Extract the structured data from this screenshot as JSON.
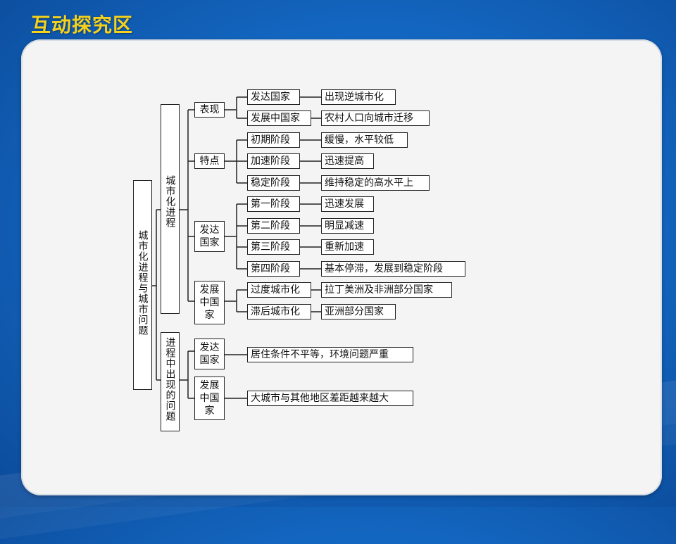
{
  "header": {
    "title": "互动探究区"
  },
  "root": "城市化进程与城市问题",
  "branch_a": {
    "label": "城市化进程",
    "biaoxian": {
      "label": "表现",
      "items": [
        {
          "label": "发达国家",
          "detail": "出现逆城市化"
        },
        {
          "label": "发展中国家",
          "detail": "农村人口向城市迁移"
        }
      ]
    },
    "tedian": {
      "label": "特点",
      "items": [
        {
          "label": "初期阶段",
          "detail": "缓慢，水平较低"
        },
        {
          "label": "加速阶段",
          "detail": "迅速提高"
        },
        {
          "label": "稳定阶段",
          "detail": "维持稳定的高水平上"
        }
      ]
    },
    "developed": {
      "label": "发达国家",
      "items": [
        {
          "label": "第一阶段",
          "detail": "迅速发展"
        },
        {
          "label": "第二阶段",
          "detail": "明显减速"
        },
        {
          "label": "第三阶段",
          "detail": "重新加速"
        },
        {
          "label": "第四阶段",
          "detail": "基本停滞，发展到稳定阶段"
        }
      ]
    },
    "developing": {
      "label": "发展中国家",
      "items": [
        {
          "label": "过度城市化",
          "detail": "拉丁美洲及非洲部分国家"
        },
        {
          "label": "滞后城市化",
          "detail": "亚洲部分国家"
        }
      ]
    }
  },
  "branch_b": {
    "label": "进程中出现的问题",
    "developed": {
      "label": "发达国家",
      "detail": "居住条件不平等，环境问题严重"
    },
    "developing": {
      "label": "发展中国家",
      "detail": "大城市与其他地区差距越来越大"
    }
  }
}
